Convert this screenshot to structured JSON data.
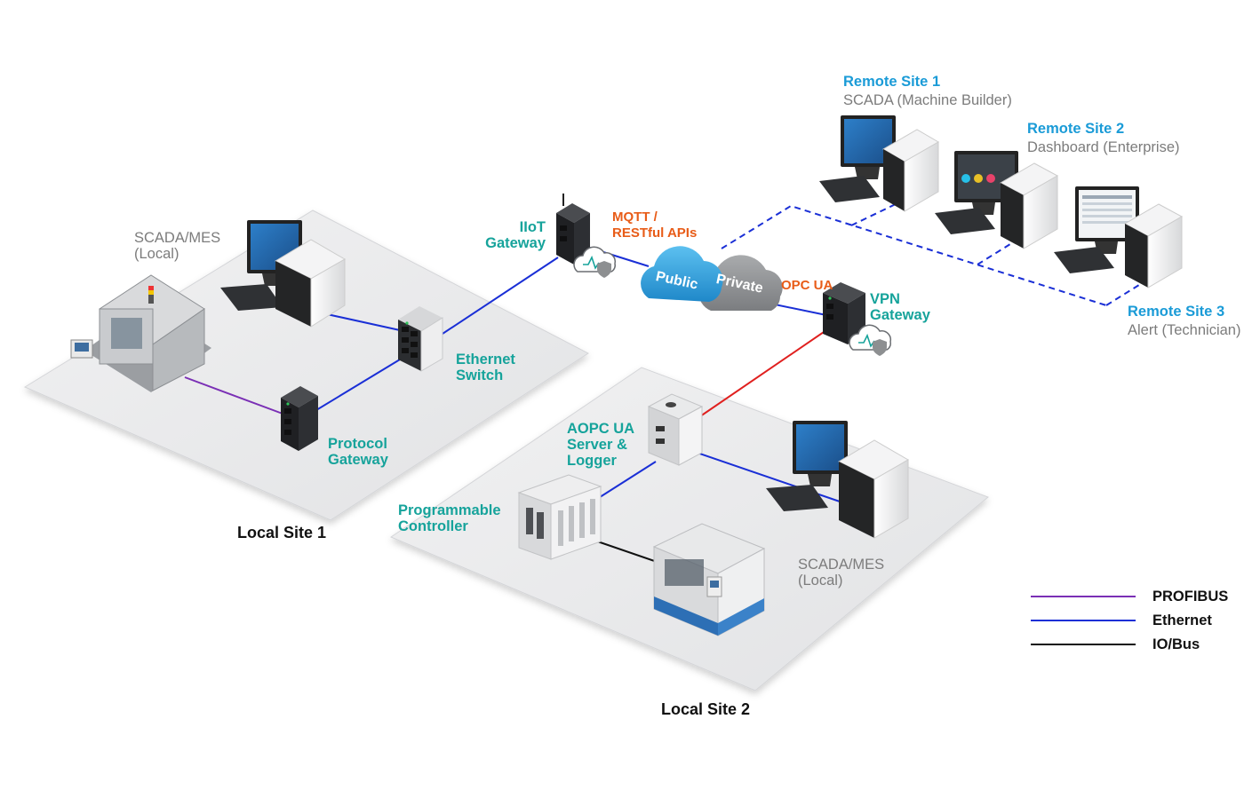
{
  "colors": {
    "profibus": "#7a2fb5",
    "ethernet": "#1a2fd6",
    "io_bus": "#111111",
    "vpn_link": "#e0201f",
    "label_teal": "#16a39b",
    "label_orange": "#e85c18",
    "label_blue": "#1a9bd7",
    "cloud_public": "#3aa6e0",
    "cloud_private": "#8d8f91"
  },
  "site1": {
    "title": "Local Site 1",
    "scada_line1": "SCADA/MES",
    "scada_line2": "(Local)",
    "ethernet_switch_line1": "Ethernet",
    "ethernet_switch_line2": "Switch",
    "protocol_gateway_line1": "Protocol",
    "protocol_gateway_line2": "Gateway"
  },
  "site2": {
    "title": "Local Site 2",
    "aopc_line1": "AOPC UA",
    "aopc_line2": "Server &",
    "aopc_line3": "Logger",
    "controller_line1": "Programmable",
    "controller_line2": "Controller",
    "scada_line1": "SCADA/MES",
    "scada_line2": "(Local)"
  },
  "iiot": {
    "label_line1": "IIoT",
    "label_line2": "Gateway",
    "protocol_line1": "MQTT /",
    "protocol_line2": "RESTful APIs"
  },
  "cloud": {
    "public_label": "Public",
    "private_label": "Private"
  },
  "vpn": {
    "protocol": "OPC UA",
    "label_line1": "VPN",
    "label_line2": "Gateway"
  },
  "remote": [
    {
      "title": "Remote Site 1",
      "subtitle": "SCADA (Machine Builder)"
    },
    {
      "title": "Remote Site 2",
      "subtitle": "Dashboard (Enterprise)"
    },
    {
      "title": "Remote Site 3",
      "subtitle": "Alert (Technician)"
    }
  ],
  "legend": [
    {
      "label": "PROFIBUS",
      "color": "#7a2fb5"
    },
    {
      "label": "Ethernet",
      "color": "#1a2fd6"
    },
    {
      "label": "IO/Bus",
      "color": "#111111"
    }
  ]
}
